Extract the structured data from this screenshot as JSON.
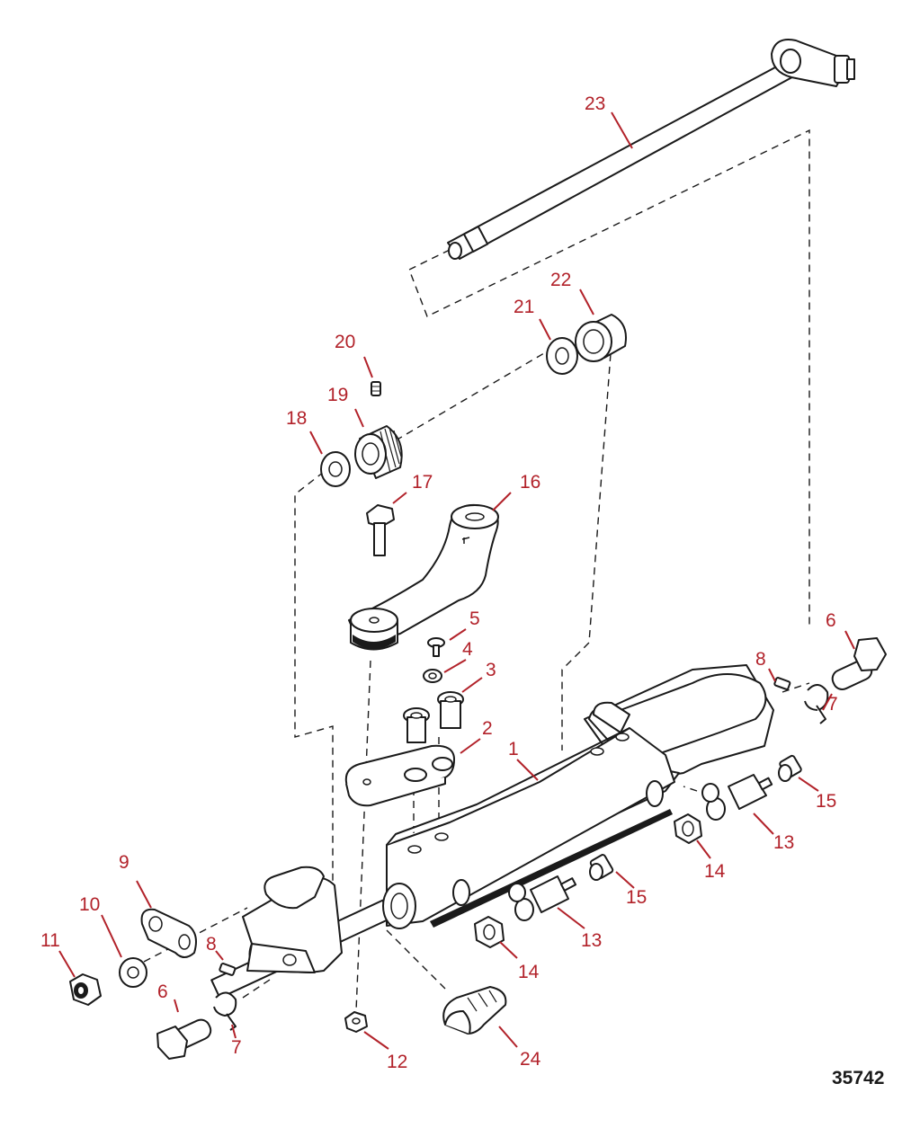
{
  "figure": {
    "id": "35742",
    "colors": {
      "callout": "#b2222a",
      "line_art": "#1a1a1a",
      "background": "#ffffff"
    }
  },
  "callouts": {
    "c1": "1",
    "c2": "2",
    "c3": "3",
    "c4": "4",
    "c5": "5",
    "c6a": "6",
    "c6b": "6",
    "c7a": "7",
    "c7b": "7",
    "c8a": "8",
    "c8b": "8",
    "c9": "9",
    "c10": "10",
    "c11": "11",
    "c12": "12",
    "c13a": "13",
    "c13b": "13",
    "c14a": "14",
    "c14b": "14",
    "c15a": "15",
    "c15b": "15",
    "c16": "16",
    "c17": "17",
    "c18": "18",
    "c19": "19",
    "c20": "20",
    "c21": "21",
    "c22": "22",
    "c23": "23",
    "c24": "24"
  }
}
